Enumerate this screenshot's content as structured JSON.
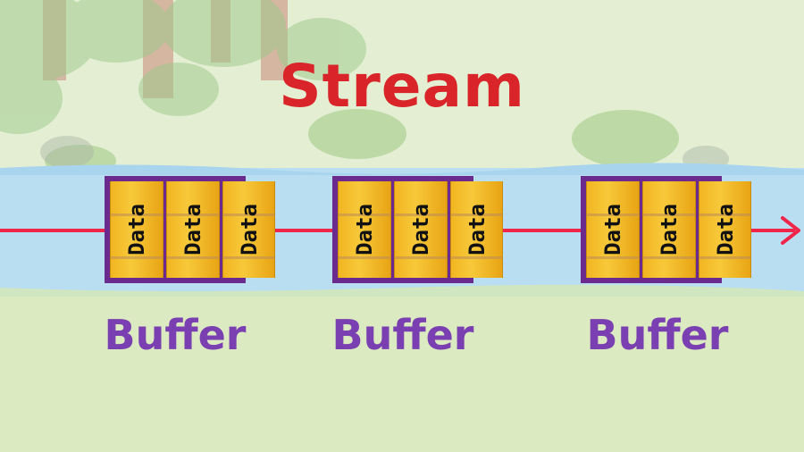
{
  "title": "Stream",
  "colors": {
    "title": "#d9252a",
    "arrow": "#f0254a",
    "buffer_border": "#6a2a8e",
    "buffer_label": "#7a3fb0",
    "river": "#b9def2",
    "plank": "#f2b521"
  },
  "buffers": [
    {
      "label": "Buffer",
      "cells": [
        "Data",
        "Data",
        "Data"
      ]
    },
    {
      "label": "Buffer",
      "cells": [
        "Data",
        "Data",
        "Data"
      ]
    },
    {
      "label": "Buffer",
      "cells": [
        "Data",
        "Data",
        "Data"
      ]
    }
  ]
}
